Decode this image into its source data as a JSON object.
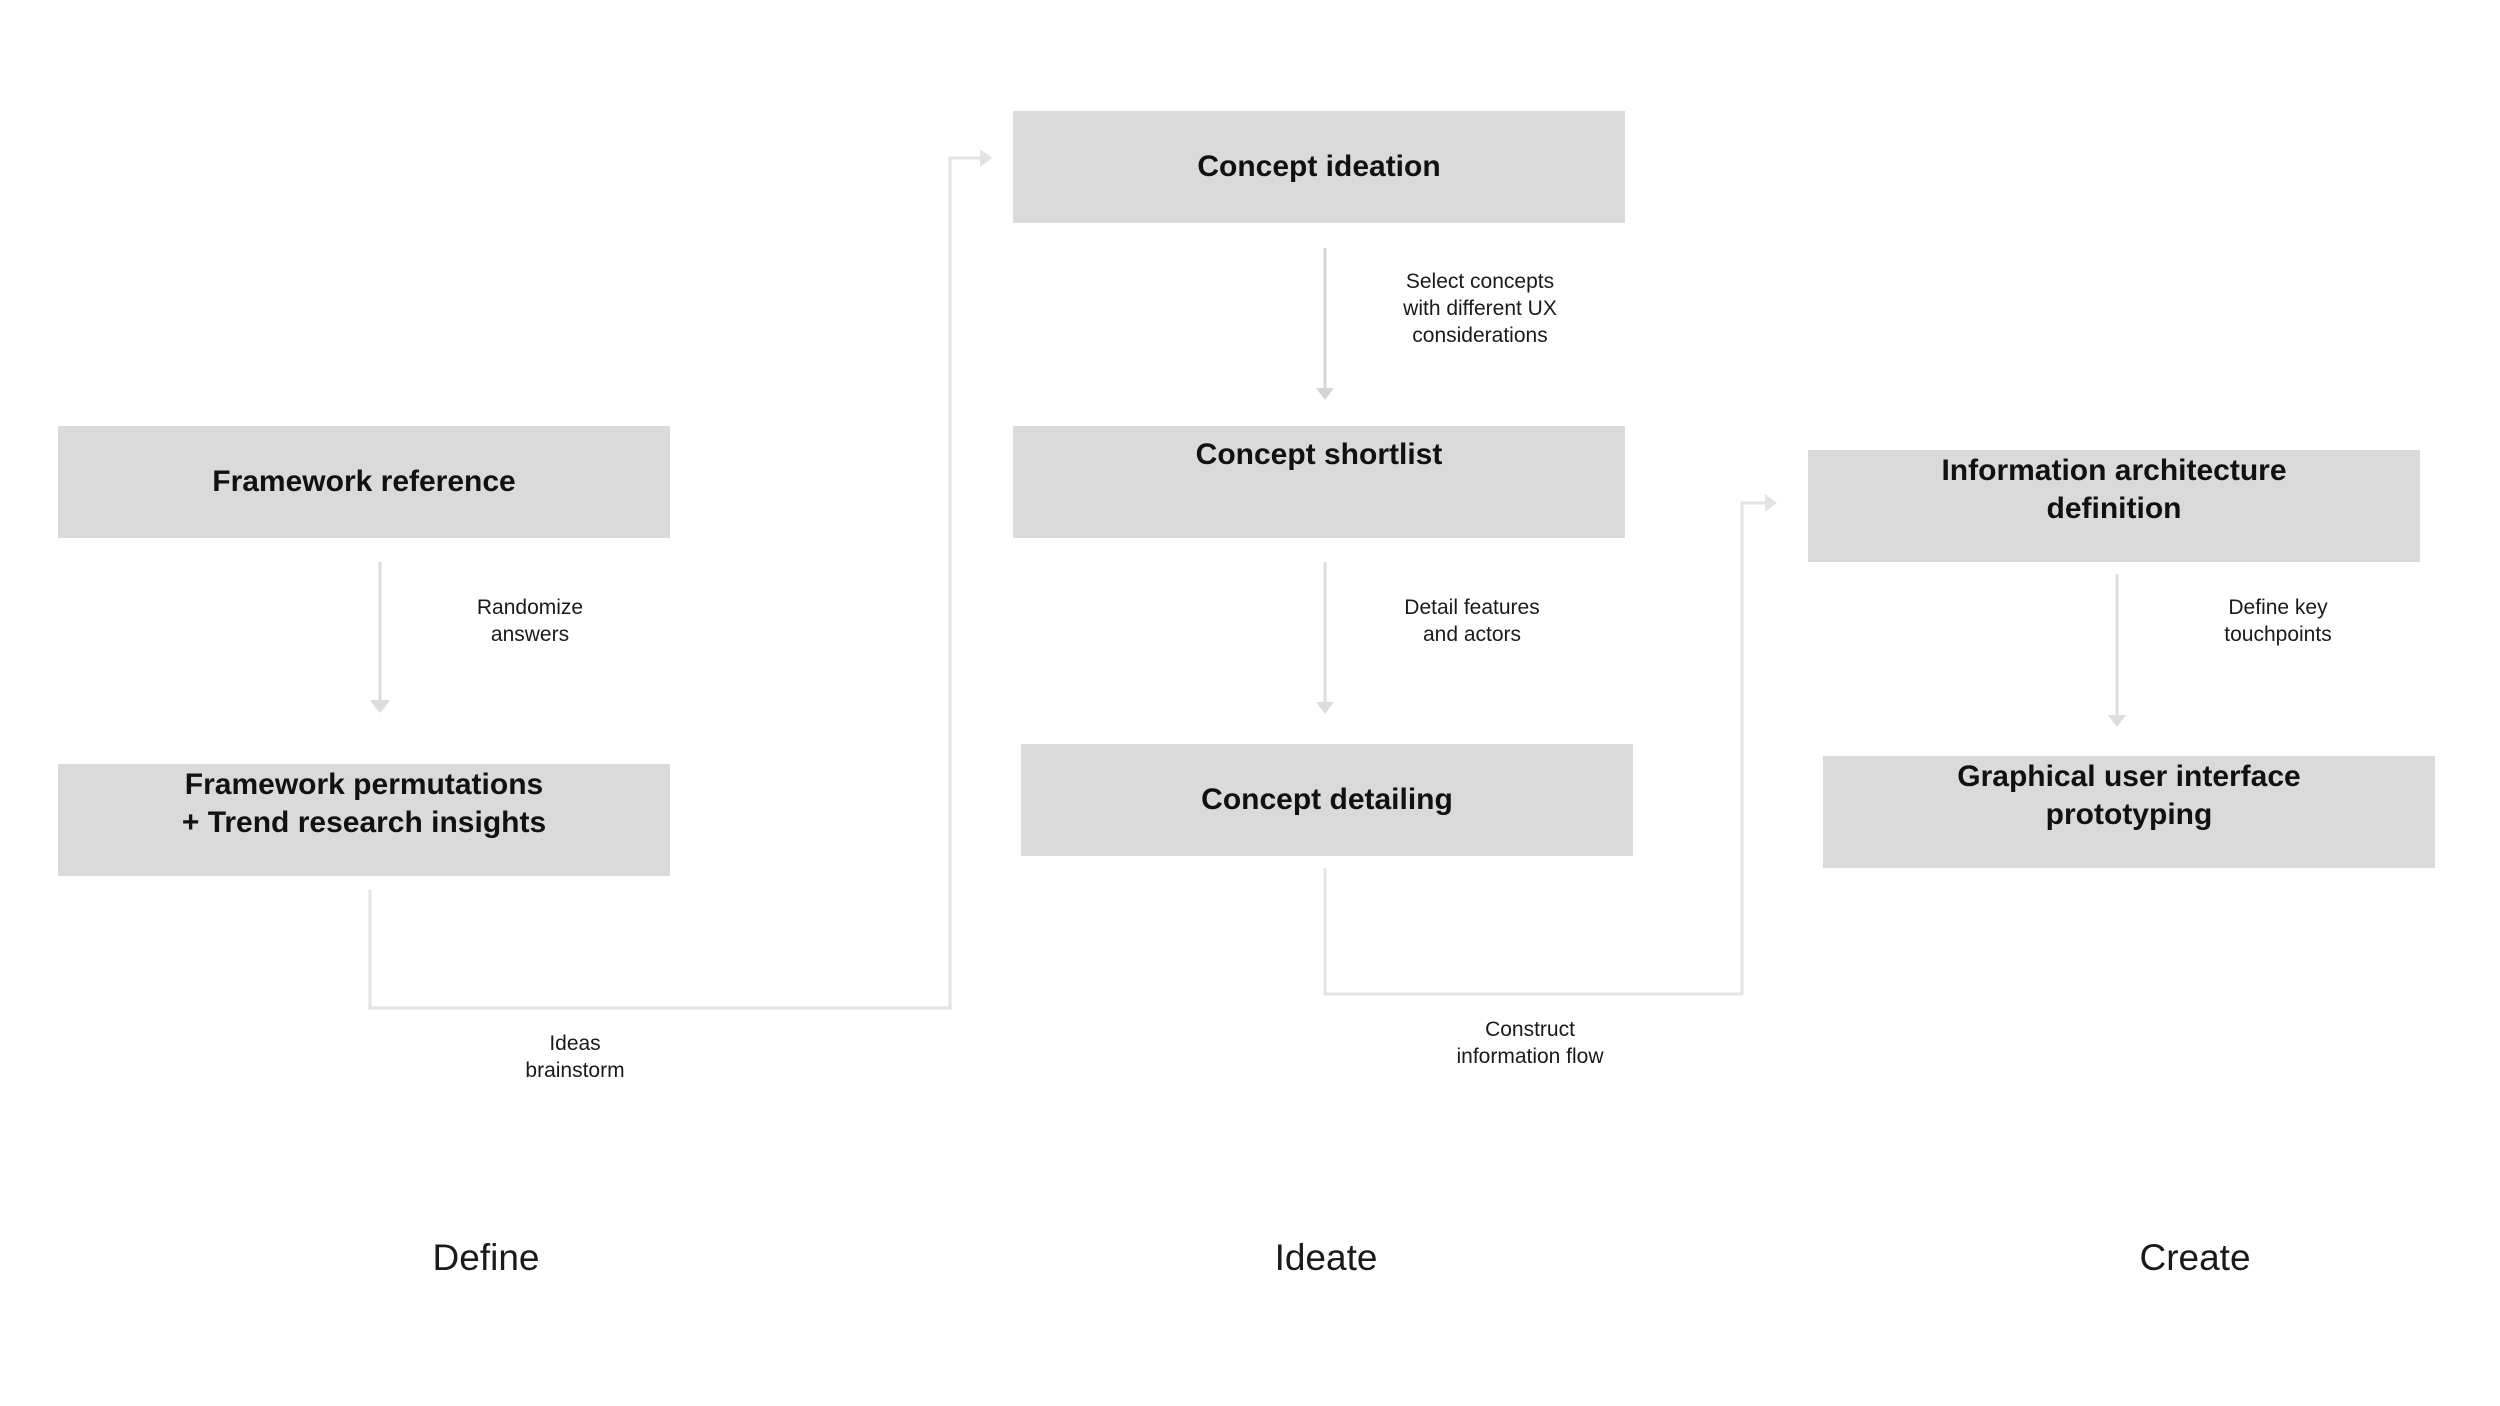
{
  "boxes": {
    "framework_reference": "Framework reference",
    "framework_permutations": "Framework permutations\n+ Trend research insights",
    "concept_ideation": "Concept ideation",
    "concept_shortlist": "Concept shortlist",
    "concept_detailing": "Concept detailing",
    "information_architecture": "Information architecture\ndefinition",
    "gui_prototyping": "Graphical user interface\nprototyping"
  },
  "labels": {
    "randomize_answers": "Randomize\nanswers",
    "ideas_brainstorm": "Ideas\nbrainstorm",
    "select_concepts": "Select concepts\nwith different UX\nconsiderations",
    "detail_features": "Detail features\nand actors",
    "construct_flow": "Construct\ninformation flow",
    "define_touchpoints": "Define key\ntouchpoints"
  },
  "phases": {
    "define": "Define",
    "ideate": "Ideate",
    "create": "Create"
  },
  "colors": {
    "box_fill": "#dadada",
    "connector": "#e3e3e3",
    "text": "#111111"
  }
}
